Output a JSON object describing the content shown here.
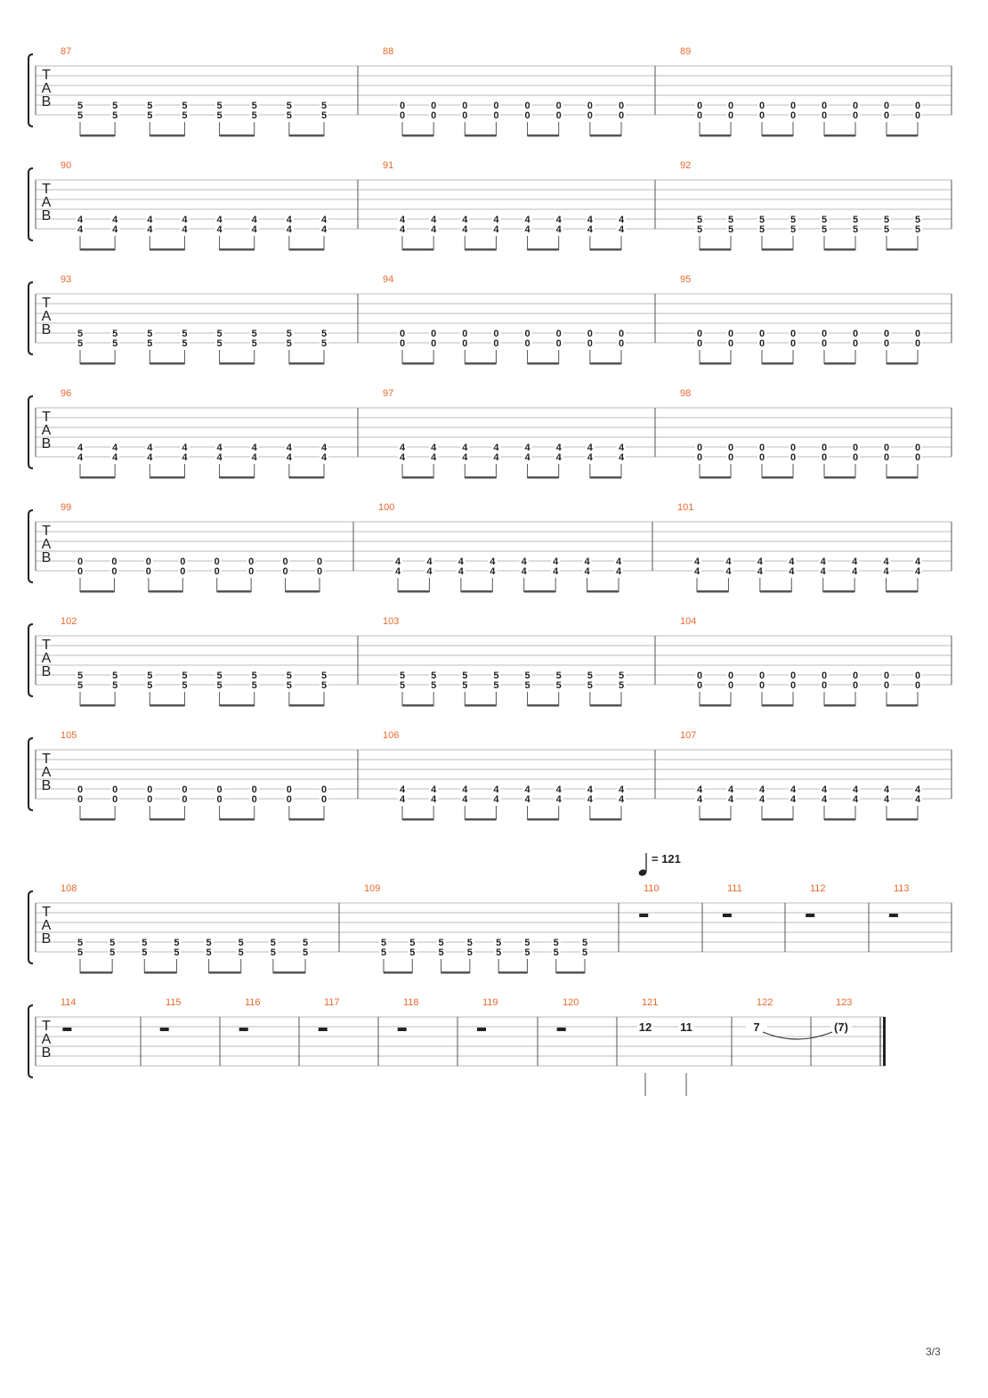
{
  "page_number": "3/3",
  "tempo": {
    "value": "= 121",
    "note_icon": "quarter-note-icon"
  },
  "tab_clef": [
    "T",
    "A",
    "B"
  ],
  "systems": [
    {
      "measures": [
        {
          "number": "87",
          "frets": [
            "5",
            "5"
          ]
        },
        {
          "number": "88",
          "frets": [
            "0",
            "0"
          ]
        },
        {
          "number": "89",
          "frets": [
            "0",
            "0"
          ]
        }
      ]
    },
    {
      "measures": [
        {
          "number": "90",
          "frets": [
            "4",
            "4"
          ]
        },
        {
          "number": "91",
          "frets": [
            "4",
            "4"
          ]
        },
        {
          "number": "92",
          "frets": [
            "5",
            "5"
          ]
        }
      ]
    },
    {
      "measures": [
        {
          "number": "93",
          "frets": [
            "5",
            "5"
          ]
        },
        {
          "number": "94",
          "frets": [
            "0",
            "0"
          ]
        },
        {
          "number": "95",
          "frets": [
            "0",
            "0"
          ]
        }
      ]
    },
    {
      "measures": [
        {
          "number": "96",
          "frets": [
            "4",
            "4"
          ]
        },
        {
          "number": "97",
          "frets": [
            "4",
            "4"
          ]
        },
        {
          "number": "98",
          "frets": [
            "0",
            "0"
          ]
        }
      ]
    },
    {
      "measures": [
        {
          "number": "99",
          "frets": [
            "0",
            "0"
          ]
        },
        {
          "number": "100",
          "frets": [
            "4",
            "4"
          ]
        },
        {
          "number": "101",
          "frets": [
            "4",
            "4"
          ]
        }
      ]
    },
    {
      "measures": [
        {
          "number": "102",
          "frets": [
            "5",
            "5"
          ]
        },
        {
          "number": "103",
          "frets": [
            "5",
            "5"
          ]
        },
        {
          "number": "104",
          "frets": [
            "0",
            "0"
          ]
        }
      ]
    },
    {
      "measures": [
        {
          "number": "105",
          "frets": [
            "0",
            "0"
          ]
        },
        {
          "number": "106",
          "frets": [
            "4",
            "4"
          ]
        },
        {
          "number": "107",
          "frets": [
            "4",
            "4"
          ]
        }
      ]
    },
    {
      "measures": [
        {
          "number": "108",
          "frets": [
            "5",
            "5"
          ]
        },
        {
          "number": "109",
          "frets": [
            "5",
            "5"
          ]
        },
        {
          "number": "110",
          "rest": true
        },
        {
          "number": "111",
          "rest": true
        },
        {
          "number": "112",
          "rest": true
        },
        {
          "number": "113",
          "rest": true
        }
      ]
    },
    {
      "measures": [
        {
          "number": "114",
          "rest": true
        },
        {
          "number": "115",
          "rest": true
        },
        {
          "number": "116",
          "rest": true
        },
        {
          "number": "117",
          "rest": true
        },
        {
          "number": "118",
          "rest": true
        },
        {
          "number": "119",
          "rest": true
        },
        {
          "number": "120",
          "rest": true
        },
        {
          "number": "121",
          "notes": [
            "12",
            "11"
          ]
        },
        {
          "number": "122",
          "notes": [
            "7"
          ]
        },
        {
          "number": "123",
          "notes": [
            "(7)"
          ]
        }
      ]
    }
  ]
}
